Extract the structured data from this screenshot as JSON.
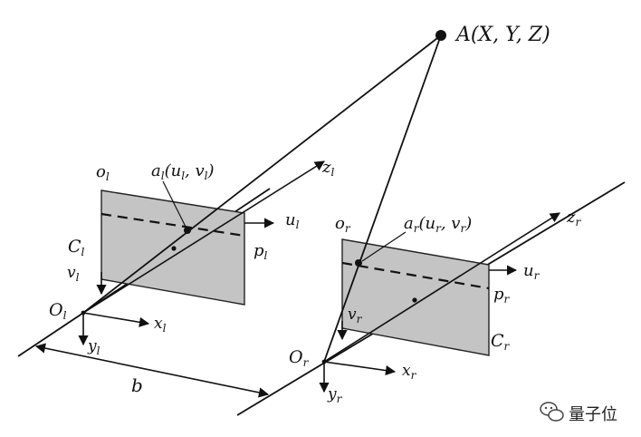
{
  "labels": {
    "point_A": "A(X, Y, Z)",
    "left": {
      "o": "o",
      "o_sub": "l",
      "a": "a",
      "a_sub": "l",
      "a_args": "(u",
      "a_args_sub": "l",
      "a_args_mid": ", v",
      "a_args_sub2": "l",
      "a_close": ")",
      "z": "z",
      "z_sub": "l",
      "u": "u",
      "u_sub": "l",
      "C": "C",
      "C_sub": "l",
      "p": "p",
      "p_sub": "l",
      "v": "v",
      "v_sub": "l",
      "O": "O",
      "O_sub": "l",
      "x": "x",
      "x_sub": "l",
      "y": "y",
      "y_sub": "l"
    },
    "right": {
      "o": "o",
      "o_sub": "r",
      "a": "a",
      "a_sub": "r",
      "a_args": "(u",
      "a_args_sub": "r",
      "a_args_mid": ", v",
      "a_args_sub2": "r",
      "a_close": ")",
      "z": "z",
      "z_sub": "r",
      "u": "u",
      "u_sub": "r",
      "C": "C",
      "C_sub": "r",
      "p": "p",
      "p_sub": "r",
      "v": "v",
      "v_sub": "r",
      "O": "O",
      "O_sub": "r",
      "x": "x",
      "x_sub": "r",
      "y": "y",
      "y_sub": "r"
    },
    "baseline": "b"
  },
  "watermark": {
    "text": "量子位",
    "icon": "wechat-icon"
  }
}
